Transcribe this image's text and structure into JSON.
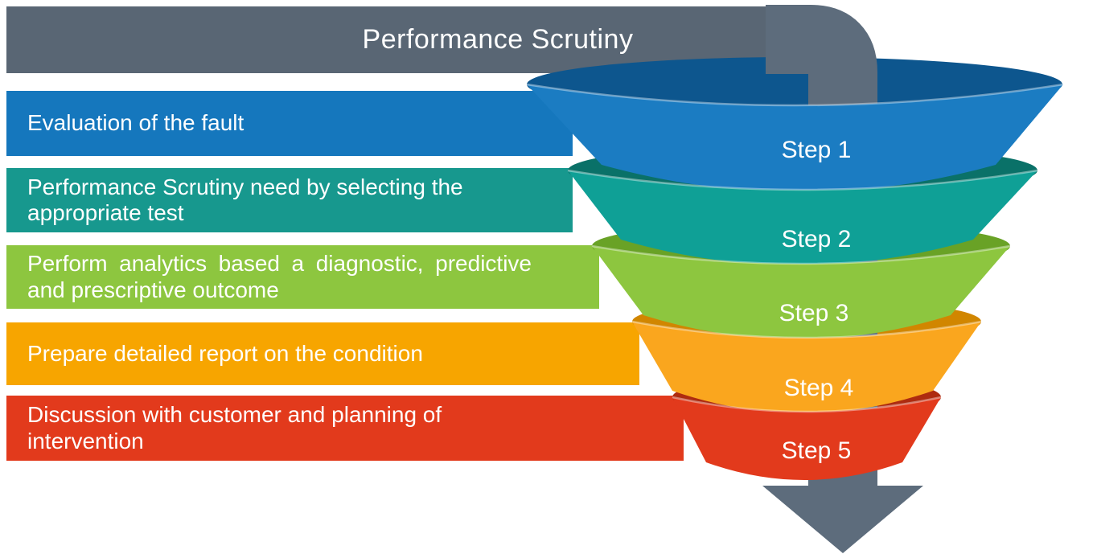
{
  "header": {
    "title": "Performance Scrutiny",
    "color": "#596674"
  },
  "bars": [
    {
      "label": "Evaluation of the fault",
      "color": "#1577BD"
    },
    {
      "label": "Performance Scrutiny need by selecting the appropriate test",
      "color": "#17988E"
    },
    {
      "label": "Perform analytics based a diagnostic, predictive and prescriptive outcome",
      "color": "#8DC63F"
    },
    {
      "label": "Prepare detailed report on the condition",
      "color": "#F7A500"
    },
    {
      "label": "Discussion with customer and planning of intervention",
      "color": "#E23A1C"
    }
  ],
  "funnel": {
    "steps": [
      {
        "label": "Step 1",
        "color": "#1B7CC2",
        "dark": "#0D568E"
      },
      {
        "label": "Step 2",
        "color": "#0FA096",
        "dark": "#0A7168"
      },
      {
        "label": "Step 3",
        "color": "#8DC63F",
        "dark": "#69A226"
      },
      {
        "label": "Step 4",
        "color": "#FAA61E",
        "dark": "#D18600"
      },
      {
        "label": "Step 5",
        "color": "#E23A1C",
        "dark": "#AE2B10"
      }
    ]
  },
  "arrow": {
    "color": "#5D6C7C"
  }
}
